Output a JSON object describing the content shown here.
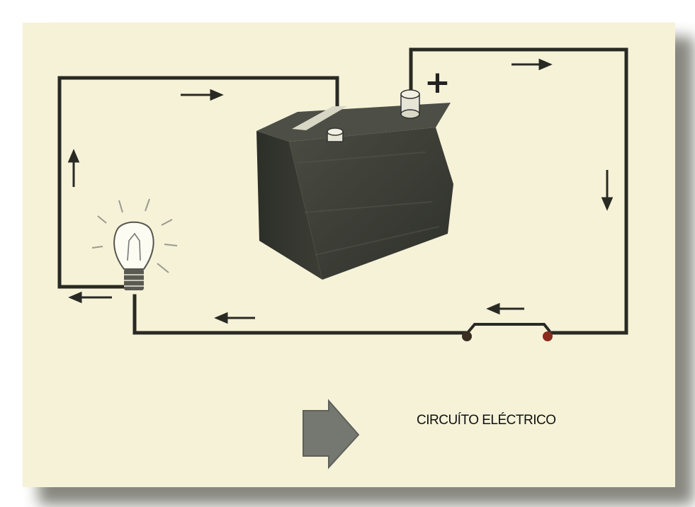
{
  "diagram": {
    "caption": "CIRCUÍTO ELÉCTRICO",
    "terminal_sign": "+",
    "components": [
      "battery",
      "light-bulb",
      "switch",
      "wires"
    ],
    "flow_arrow_icon": "right-arrow-icon",
    "colors": {
      "background": "#f5f2d8",
      "wire": "#2a2a24",
      "battery_body": "#3b3d35",
      "switch_contact_red": "#8b2b1e",
      "next_arrow": "#757771"
    }
  }
}
